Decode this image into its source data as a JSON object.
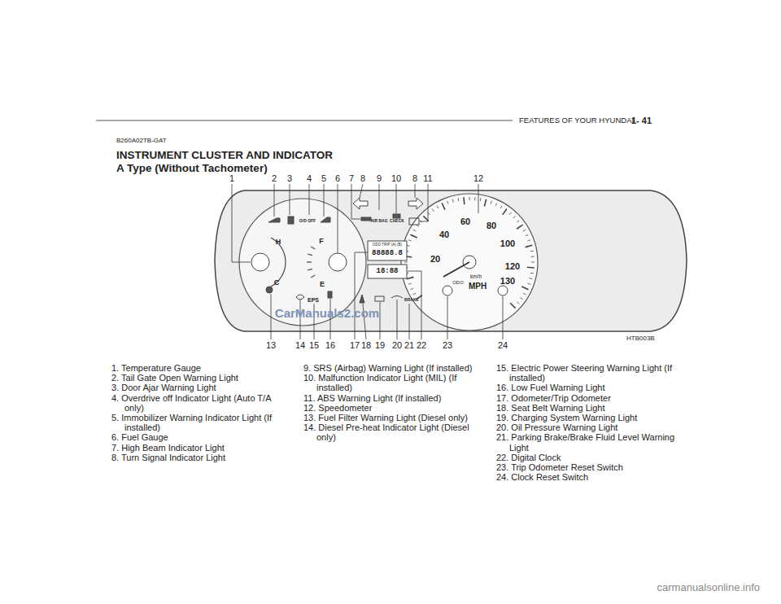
{
  "diagram": {
    "title": "INSTRUMENT CLUSTER AND INDICATOR",
    "labels": [
      "FEATURES OF YOUR HYUNDAI",
      "1- 41",
      "B260A02TB-GAT",
      "A Type (Without Tachometer)",
      "1",
      "2",
      "3",
      "4",
      "5",
      "6",
      "7",
      "8",
      "9",
      "10",
      "8",
      "11",
      "12",
      "13",
      "14",
      "15",
      "16",
      "17",
      "18",
      "19",
      "20",
      "21",
      "22",
      "23",
      "24",
      "HTB003B",
      "1. Temperature Gauge",
      "2. Tail Gate Open Warning Light",
      "3. Door Ajar Warning Light",
      "4. Overdrive off Indicator Light (Auto T/A only)",
      "5. Immobilizer Warning Indicator Light (If installed)",
      "6. Fuel Gauge",
      "7. High Beam Indicator Light",
      "8. Turn Signal Indicator Light",
      "9. SRS (Airbag) Warning Light (If installed)",
      "10. Malfunction Indicator Light (MIL) (If installed)",
      "11. ABS Warning Light (If installed)",
      "12. Speedometer",
      "13. Fuel Filter Warning Light (Diesel only)",
      "14. Diesel Pre-heat Indicator Light (Diesel only)",
      "15. Electric Power Steering Warning Light (If installed)",
      "16. Low Fuel Warning Light",
      "17. Odometer/Trip Odometer",
      "18. Seat Belt Warning Light",
      "19. Charging System Warning Light",
      "20. Oil Pressure Warning Light",
      "21. Parking Brake/Brake Fluid Level Warning Light",
      "22. Digital Clock",
      "23. Trip Odometer Reset Switch",
      "24. Clock Reset Switch",
      "H",
      "C",
      "F",
      "E",
      "EPS",
      "20",
      "40",
      "60",
      "80",
      "100",
      "120",
      "130",
      "km/h",
      "MPH",
      "ODO",
      "ODO TRIP (A) (B)",
      "88888.8",
      "18:88",
      "AIR BAG",
      "CHECK",
      "O/D OFF",
      "BRAKE",
      "CarManuals2.com",
      "carmanualsonline.info"
    ]
  }
}
